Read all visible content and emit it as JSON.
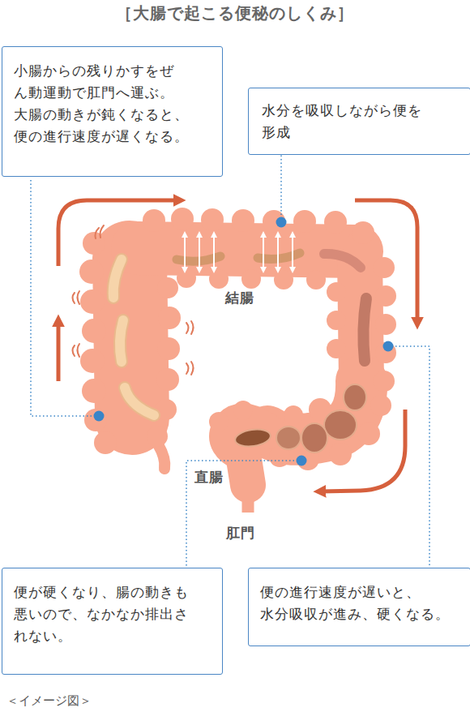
{
  "diagram": {
    "title": "［大腸で起こる便秘のしくみ］",
    "caption": "＜イメージ図＞",
    "nodes": [
      {
        "text": [
          "小腸からの残りかすをぜ ん動運動で肛門へ運ぶ。 大腸の動きが鈍くなると、 便の進行速度が遅くなる。"
        ]
      },
      {
        "text": [
          "水分を吸収しながら便を 形成"
        ]
      },
      {
        "text": [
          "便が硬くなり、腸の動きも 悪いので、なかなか排出さ れない。"
        ]
      },
      {
        "text": [
          "便の進行速度が遅いと、 水分吸収が進み、硬くなる。"
        ]
      }
    ],
    "labels": [
      "結腸",
      "直腸",
      "肛門"
    ]
  }
}
